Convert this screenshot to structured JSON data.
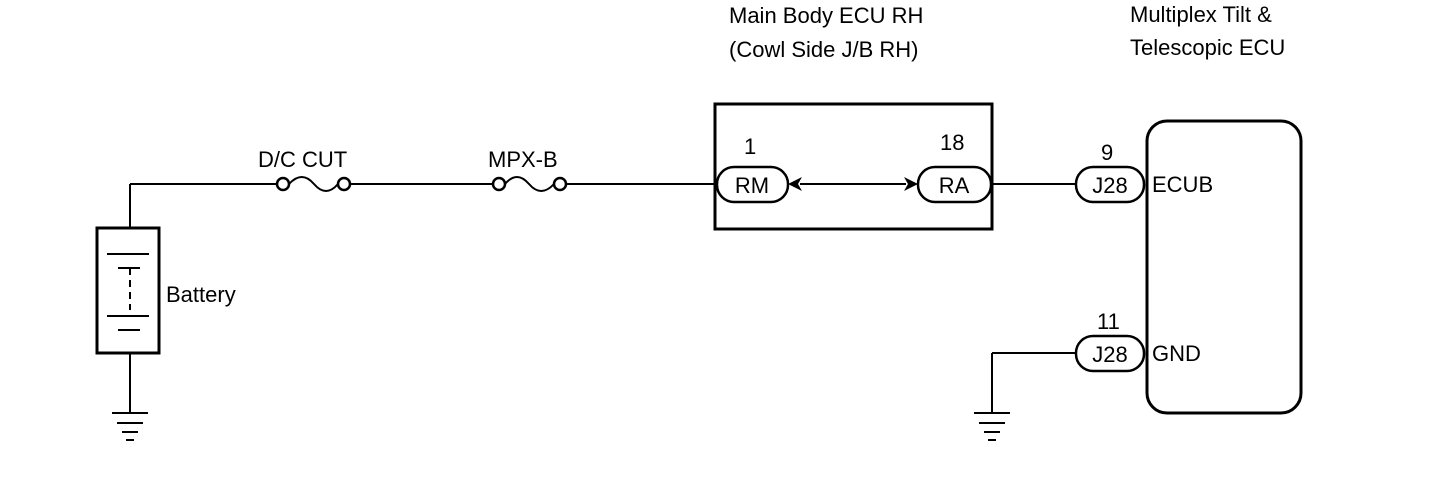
{
  "main_ecu": {
    "title_line1": "Main Body ECU RH",
    "title_line2": "(Cowl Side J/B RH)",
    "pin_left": {
      "number": "1",
      "label": "RM"
    },
    "pin_right": {
      "number": "18",
      "label": "RA"
    }
  },
  "tilt_ecu": {
    "title_line1": "Multiplex Tilt &",
    "title_line2": "Telescopic ECU",
    "pin_ecub": {
      "number": "9",
      "connector": "J28",
      "signal": "ECUB"
    },
    "pin_gnd": {
      "number": "11",
      "connector": "J28",
      "signal": "GND"
    }
  },
  "fuses": {
    "fuse1": "D/C CUT",
    "fuse2": "MPX-B"
  },
  "battery": {
    "label": "Battery"
  }
}
